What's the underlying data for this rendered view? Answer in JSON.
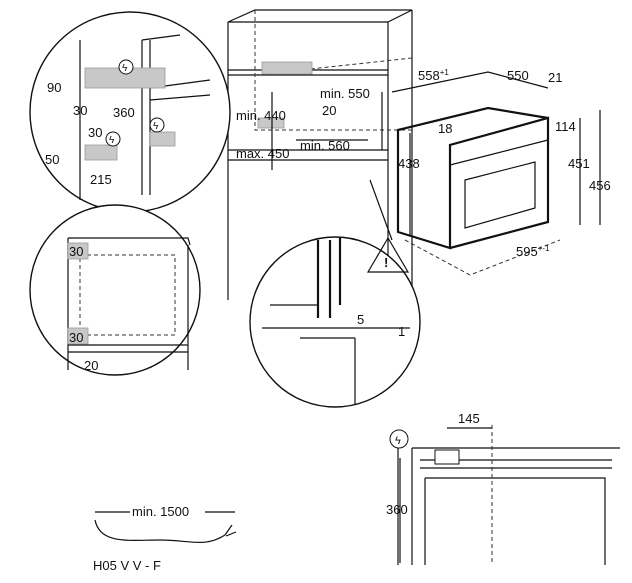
{
  "wall_detail": {
    "d90": "90",
    "d30a": "30",
    "d360": "360",
    "d30b": "30",
    "d50": "50",
    "d215": "215"
  },
  "cabinet": {
    "min440": "min. 440",
    "max450": "max. 450",
    "min550": "min. 550",
    "d20": "20",
    "min560": "min. 560"
  },
  "oven": {
    "d558": "558",
    "d558_tol": "+1",
    "d550": "550",
    "d21": "21",
    "d18": "18",
    "d114": "114",
    "d438": "438",
    "d451": "451",
    "d456": "456",
    "d595": "595",
    "d595_tol": "+-1"
  },
  "side_detail": {
    "top30": "30",
    "bottom30": "30",
    "d20": "20"
  },
  "edge_detail": {
    "d5": "5",
    "d1": "1"
  },
  "socket_view": {
    "d145": "145",
    "d360": "360"
  },
  "cable": {
    "length": "min. 1500",
    "type": "H05 V V - F"
  }
}
